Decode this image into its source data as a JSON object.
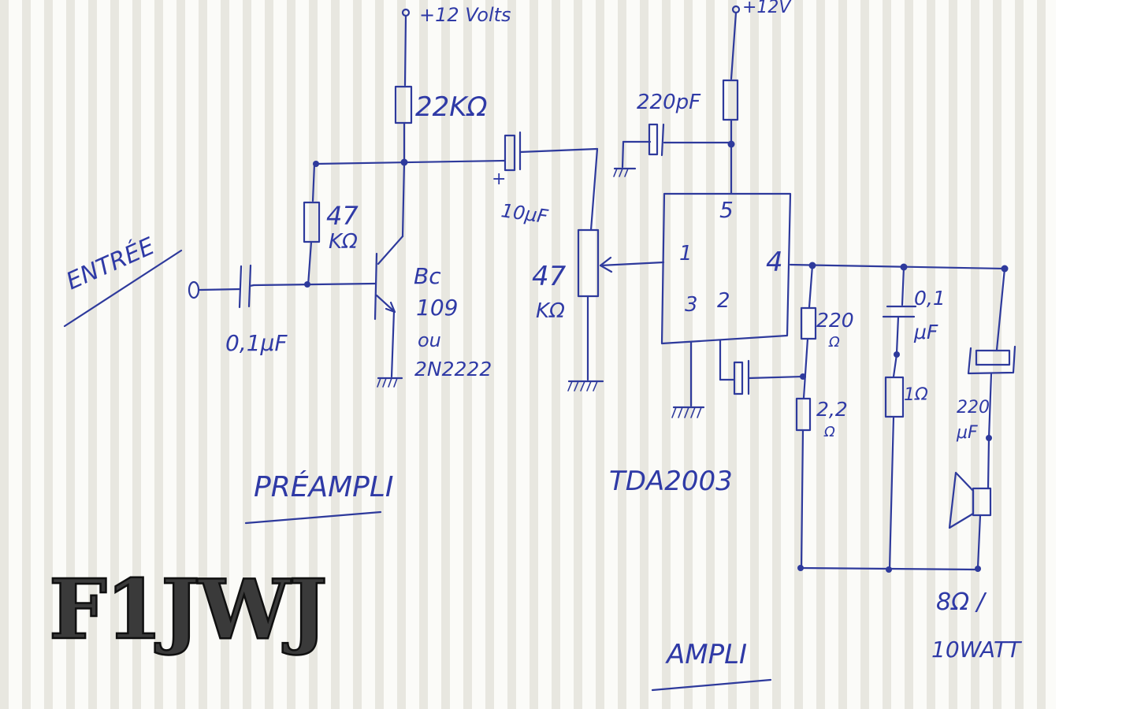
{
  "labels": {
    "supply_left": "+12 Volts",
    "supply_right": "+12V",
    "r_collector": "22KΩ",
    "r_bias_value": "47",
    "r_bias_unit": "KΩ",
    "input_label": "ENTRÉE",
    "c_input": "0,1μF",
    "transistor_1": "Bc",
    "transistor_2": "109",
    "transistor_3": "ou",
    "transistor_4": "2N2222",
    "c_coupling": "10μF",
    "c_coupling_polarity": "+",
    "c_feedback": "220pF",
    "pot_value": "47",
    "pot_unit": "KΩ",
    "pin_5": "5",
    "pin_1": "1",
    "pin_4": "4",
    "pin_3": "3",
    "pin_2": "2",
    "r_220_value": "220",
    "r_220_unit": "Ω",
    "r_2_2_value": "2,2",
    "r_2_2_unit": "Ω",
    "c_01_value": "0,1",
    "c_01_unit": "μF",
    "r_1": "1Ω",
    "c_out_value": "220",
    "c_out_unit": "μF",
    "ic_name": "TDA2003",
    "section_preamp": "PRÉAMPLI",
    "section_amp": "AMPLI",
    "speaker_1": "8Ω /",
    "speaker_2": "10WATT"
  },
  "logo": {
    "text": "F1JWJ"
  },
  "colors": {
    "ink": "#2e3a9c",
    "paper": "#f6f5ef",
    "logo_fill": "#3a3a3a"
  }
}
